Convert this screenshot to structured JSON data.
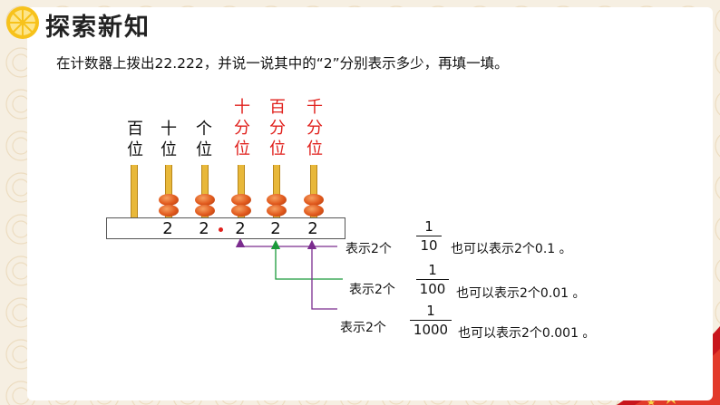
{
  "header": {
    "title": "探索新知"
  },
  "instruction": "在计数器上拨出22.222，并说一说其中的“2”分别表示多少，再填一填。",
  "places": [
    {
      "line1": "百",
      "line2": "位",
      "line3": "",
      "color": "black"
    },
    {
      "line1": "十",
      "line2": "位",
      "line3": "",
      "color": "black"
    },
    {
      "line1": "个",
      "line2": "位",
      "line3": "",
      "color": "black"
    },
    {
      "line1": "十",
      "line2": "分",
      "line3": "位",
      "color": "red"
    },
    {
      "line1": "百",
      "line2": "分",
      "line3": "位",
      "color": "red"
    },
    {
      "line1": "千",
      "line2": "分",
      "line3": "位",
      "color": "red"
    }
  ],
  "abacus": {
    "digits": [
      "2",
      "2",
      "2",
      "2",
      "2"
    ]
  },
  "explanations": [
    {
      "prefix": "表示2个",
      "numerator": "1",
      "denominator": "10",
      "suffix": "也可以表示2个0.1 。"
    },
    {
      "prefix": "表示2个",
      "numerator": "1",
      "denominator": "100",
      "suffix": "也可以表示2个0.01 。"
    },
    {
      "prefix": "表示2个",
      "numerator": "1",
      "denominator": "1000",
      "suffix": "也可以表示2个0.001 。"
    }
  ],
  "colors": {
    "red_label": "#e0201c",
    "rod": "#e8b83a",
    "bead": "#e0581c",
    "line_purple": "#7b2c8e",
    "line_green": "#1a9a3a"
  }
}
